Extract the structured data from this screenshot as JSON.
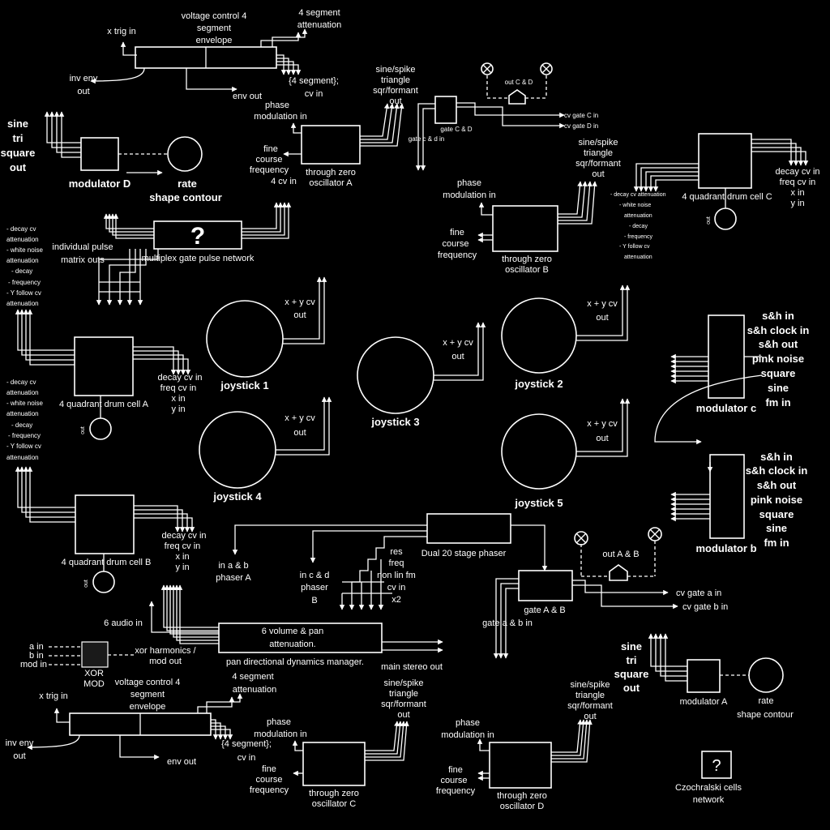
{
  "envelope_top": {
    "x_trig_in": "x trig in",
    "title_1": "voltage control 4",
    "title_2": "segment",
    "title_3": "envelope",
    "attenuation_1": "4 segment",
    "attenuation_2": "attenuation",
    "inv_env_1": "inv env",
    "inv_env_2": "out",
    "env_out": "env out",
    "cv_in_1": "{4 segment};",
    "cv_in_2": "cv in"
  },
  "modulator_d": {
    "waves": [
      "sine",
      "tri",
      "square",
      "out"
    ],
    "label": "modulator D",
    "rate_1": "rate",
    "rate_2": "shape contour"
  },
  "osc_a": {
    "phase_1": "phase",
    "phase_2": "modulation in",
    "fine": [
      "fine",
      "course",
      "frequency",
      "4 cv in"
    ],
    "wave": [
      "sine/spike",
      "triangle",
      "sqr/formant",
      "out"
    ],
    "label_1": "through zero",
    "label_2": "oscillator A"
  },
  "gate_cd": {
    "label": "gate C & D",
    "out_label": "out C & D",
    "cv_gate_c": "cv gate C in",
    "cv_gate_d": "cv gate D in",
    "gate_in": "gate c & d in"
  },
  "osc_b": {
    "wave": [
      "sine/spike",
      "triangle",
      "sqr/formant",
      "out"
    ],
    "phase_1": "phase",
    "phase_2": "modulation in",
    "fine": [
      "fine",
      "course",
      "frequency"
    ],
    "label_1": "through zero",
    "label_2": "oscillator B"
  },
  "drum_c": {
    "label": "4 quadrant drum cell C",
    "outs": [
      "decay cv in",
      "freq cv in",
      "x in",
      "y in"
    ],
    "attens": [
      "- decay cv attenuation",
      "- white noise",
      "attenuation",
      "- decay",
      "- frequency",
      "- Y follow cv",
      "attenuation"
    ],
    "out_tag": "out"
  },
  "pulse_net": {
    "symbol": "?",
    "label": "multiplex gate pulse network",
    "outs_1": "individual pulse",
    "outs_2": "matrix outs"
  },
  "left_atten_a": [
    "- decay cv",
    "attenuation",
    "- white noise",
    "attenuation",
    "- decay",
    "- frequency",
    "- Y follow cv",
    "attenuation"
  ],
  "drum_a": {
    "label": "4 quadrant drum cell A",
    "outs": [
      "decay cv in",
      "freq cv in",
      "x in",
      "y in"
    ],
    "out_tag": "out"
  },
  "left_atten_b": [
    "- decay cv",
    "attenuation",
    "- white noise",
    "attenuation",
    "- decay",
    "- frequency",
    "- Y follow cv",
    "attenuation"
  ],
  "drum_b": {
    "label": "4 quadrant drum cell B",
    "outs": [
      "decay cv in",
      "freq cv in",
      "x in",
      "y in"
    ],
    "out_tag": "out"
  },
  "joysticks": {
    "cv_1": "x + y cv",
    "cv_2": "out",
    "names": [
      "joystick 1",
      "joystick 2",
      "joystick 3",
      "joystick 4",
      "joystick 5"
    ]
  },
  "modulator_c": {
    "outs": [
      "s&h in",
      "s&h clock in",
      "s&h out",
      "pink noise",
      "square",
      "sine",
      "fm in"
    ],
    "label": "modulator c"
  },
  "modulator_b": {
    "outs": [
      "s&h in",
      "s&h clock in",
      "s&h out",
      "pink noise",
      "square",
      "sine",
      "fm in"
    ],
    "label": "modulator b"
  },
  "phaser": {
    "label": "Dual 20 stage phaser",
    "in_ab": [
      "in a & b",
      "phaser A"
    ],
    "in_cd": [
      "in c & d",
      "phaser",
      "B"
    ],
    "ctrl": [
      "res",
      "freq",
      "non lin fm",
      "cv in",
      "x2"
    ]
  },
  "gate_ab": {
    "label": "gate A & B",
    "out_label": "out A & B",
    "cv_gate_a": "cv gate a in",
    "cv_gate_b": "cv gate b in",
    "gate_in": "gate a & b in"
  },
  "mixer": {
    "audio_in": "6 audio in",
    "title_1": "6 volume & pan",
    "title_2": "attenuation.",
    "sub": "pan directional dynamics manager.",
    "main_out": "main stereo out"
  },
  "xor": {
    "a_in": "a in",
    "b_in": "b in",
    "mod_in": "mod in",
    "label_1": "XOR",
    "label_2": "MOD",
    "out": "xor harmonics /",
    "out_2": "mod out"
  },
  "envelope_bottom": {
    "x_trig_in": "x trig in",
    "title_1": "voltage control 4",
    "title_2": "segment",
    "title_3": "envelope",
    "attenuation_1": "4 segment",
    "attenuation_2": "attenuation",
    "inv_env_1": "inv env",
    "inv_env_2": "out",
    "env_out": "env out",
    "cv_in_1": "{4 segment};",
    "cv_in_2": "cv in"
  },
  "osc_c": {
    "phase_1": "phase",
    "phase_2": "modulation in",
    "wave": [
      "sine/spike",
      "triangle",
      "sqr/formant",
      "out"
    ],
    "fine": [
      "fine",
      "course",
      "frequency"
    ],
    "label_1": "through zero",
    "label_2": "oscillator C"
  },
  "osc_d": {
    "phase_1": "phase",
    "phase_2": "modulation in",
    "wave": [
      "sine/spike",
      "triangle",
      "sqr/formant",
      "out"
    ],
    "fine": [
      "fine",
      "course",
      "frequency"
    ],
    "label_1": "through zero",
    "label_2": "oscillator D"
  },
  "modulator_a": {
    "waves": [
      "sine",
      "tri",
      "square",
      "out"
    ],
    "label": "modulator A",
    "rate_1": "rate",
    "rate_2": "shape contour"
  },
  "czochralski": {
    "symbol": "?",
    "label_1": "Czochralski cells",
    "label_2": "network"
  }
}
